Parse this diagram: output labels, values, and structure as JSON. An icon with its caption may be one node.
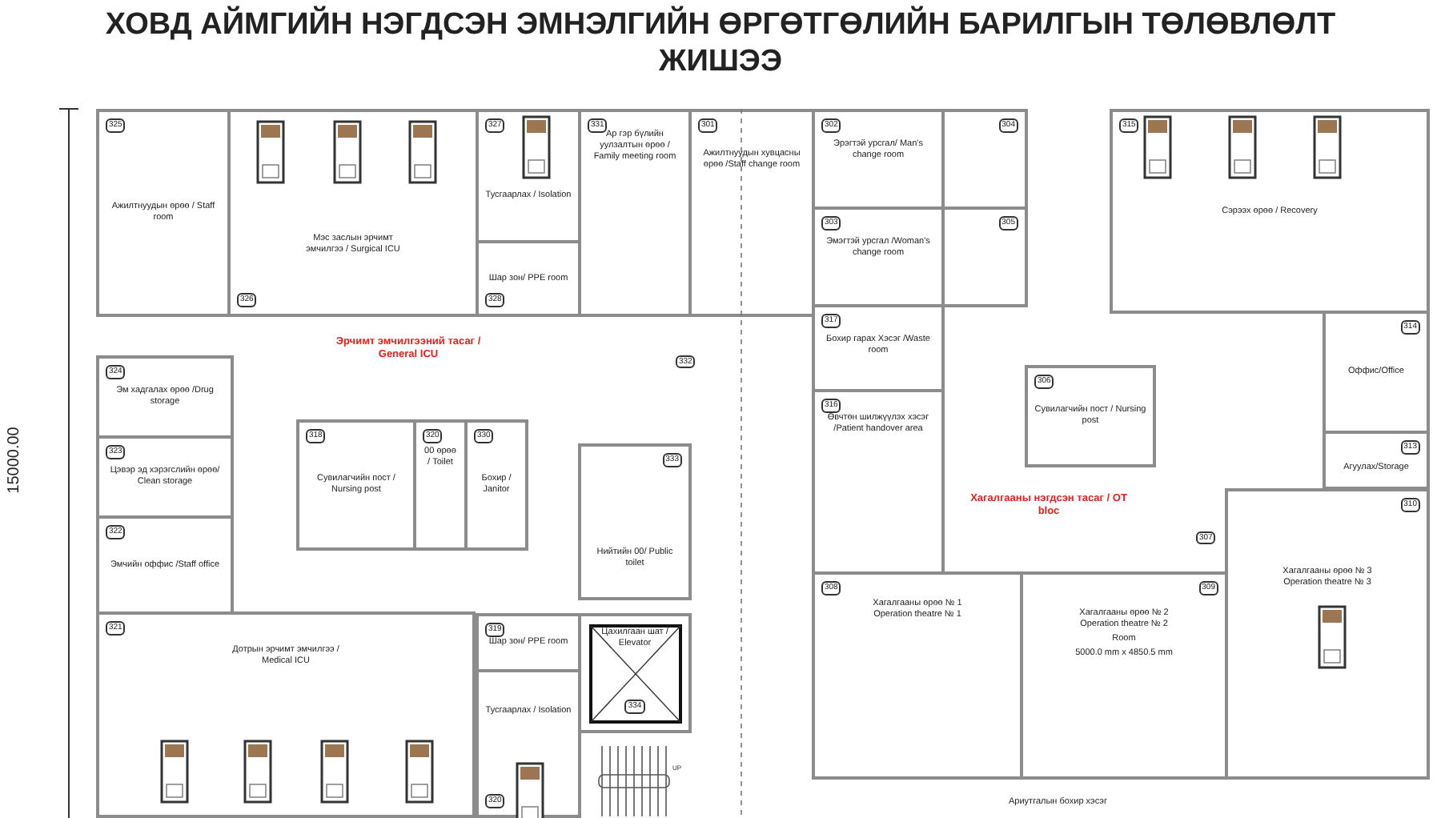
{
  "diagram": {
    "title": "ХОВД АЙМГИЙН НЭГДСЭН ЭМНЭЛГИЙН ӨРГӨТГӨЛИЙН БАРИЛГЫН ТӨЛӨВЛӨЛТ ЖИШЭЭ",
    "nodes": [
      {
        "text": [
          "325",
          "Ажилтнуудын өрөө / Staff room"
        ]
      },
      {
        "text": [
          "Мэс заслын эрчимт эмчилгээ / Surgical ICU",
          "326"
        ]
      },
      {
        "text": [
          "327",
          "Тусгаарлах / Isolation"
        ]
      },
      {
        "text": [
          "331",
          "Ар гэр бүлийн уулзалтын өрөө / Family meeting room"
        ]
      },
      {
        "text": [
          "301",
          "Ажилтнуудын хувцасны өрөө /Staff change room"
        ]
      },
      {
        "text": [
          "302",
          "Эрэгтэй урсгал/ Man's change room"
        ]
      },
      {
        "text": [
          "304"
        ]
      },
      {
        "text": [
          "315",
          "Сэрээх өрөө / Recovery"
        ]
      },
      {
        "text": [
          "303",
          "Эмэгтэй урсгал /Woman's change room"
        ]
      },
      {
        "text": [
          "305"
        ]
      },
      {
        "text": [
          "Шар зон/ PPE room",
          "328"
        ]
      },
      {
        "text": [
          "317",
          "Бохир гарах Хэсэг /Waste room"
        ]
      },
      {
        "text": [
          "314",
          "Оффис/Office"
        ]
      },
      {
        "text": [
          "324",
          "Эм хадгалах өрөө /Drug storage"
        ]
      },
      {
        "text": [
          "306",
          "Сувилагчийн пост / Nursing post"
        ]
      },
      {
        "text": [
          "316",
          "Өвчтөн шилжүүлэх хэсэг /Patient handover area"
        ]
      },
      {
        "text": [
          "313",
          "Агуулах/Storage"
        ]
      },
      {
        "text": [
          "323",
          "Цэвэр эд хэрэгслийн өрөө/ Clean storage"
        ]
      },
      {
        "text": [
          "318",
          "Сувилагчийн пост / Nursing post"
        ]
      },
      {
        "text": [
          "320",
          "00 өрөө / Toilet"
        ]
      },
      {
        "text": [
          "330",
          "Бохир / Janitor"
        ]
      },
      {
        "text": [
          "333",
          "Нийтийн 00/ Public toilet"
        ]
      },
      {
        "text": [
          "322",
          "Эмчийн оффис /Staff office"
        ]
      },
      {
        "text": [
          "308",
          "Хагалгааны өрөө № 1 Operation theatre № 1"
        ]
      },
      {
        "text": [
          "309",
          "Хагалгааны өрөө № 2 Operation theatre № 2",
          "Room",
          "5000.0 mm x 4850.5 mm"
        ]
      },
      {
        "text": [
          "310",
          "Хагалгааны өрөө № 3 Operation theatre № 3"
        ]
      },
      {
        "text": [
          "321",
          "Дотрын эрчимт эмчилгээ / Medical ICU"
        ]
      },
      {
        "text": [
          "319",
          "Шар зон/ PPE room"
        ]
      },
      {
        "text": [
          "Цахилгаан шат / Elevator",
          "334"
        ]
      },
      {
        "text": [
          "Тусгаарлах / Isolation",
          "320"
        ]
      }
    ],
    "labels": [
      "Эрчимт эмчилгээний тасаг / General ICU",
      "332",
      "Хагалгааны нэгдсэн тасаг / OT bloc",
      "307",
      "UP",
      "Ариутгалын бохир хэсэг",
      "15000.00"
    ]
  }
}
